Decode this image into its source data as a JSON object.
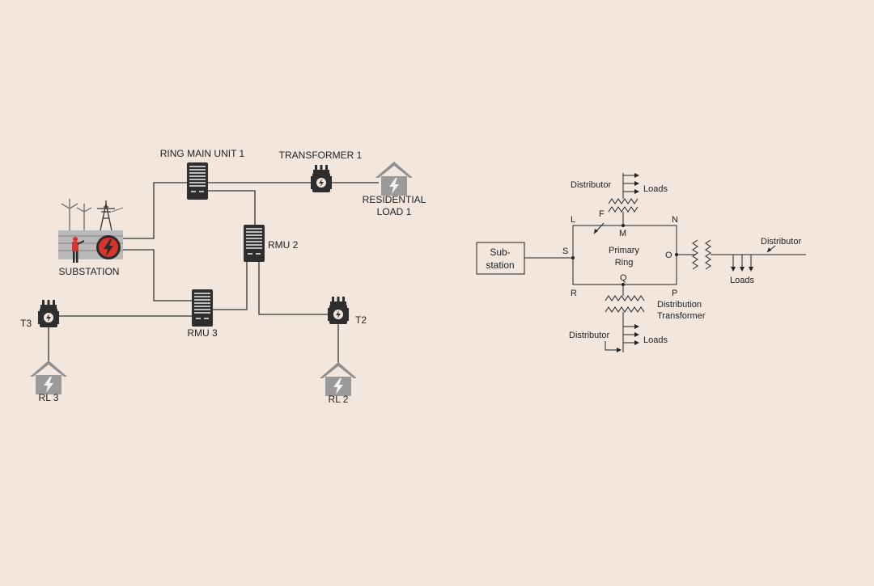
{
  "left_diagram": {
    "substation": "SUBSTATION",
    "rmu1": "RING MAIN UNIT 1",
    "rmu2": "RMU 2",
    "rmu3": "RMU 3",
    "transformer1": "TRANSFORMER 1",
    "t2": "T2",
    "t3": "T3",
    "residential_load1_line1": "RESIDENTIAL",
    "residential_load1_line2": "LOAD 1",
    "rl2": "RL 2",
    "rl3": "RL 3"
  },
  "right_diagram": {
    "substation_line1": "Sub-",
    "substation_line2": "station",
    "primary_ring_line1": "Primary",
    "primary_ring_line2": "Ring",
    "distributor_top": "Distributor",
    "distributor_right": "Distributor",
    "distributor_bottom": "Distributor",
    "loads_top": "Loads",
    "loads_right": "Loads",
    "loads_bottom": "Loads",
    "distribution_transformer_line1": "Distribution",
    "distribution_transformer_line2": "Transformer",
    "node_L": "L",
    "node_F": "F",
    "node_M": "M",
    "node_N": "N",
    "node_S": "S",
    "node_O": "O",
    "node_R": "R",
    "node_Q": "Q",
    "node_P": "P"
  },
  "colors": {
    "background": "#f2e6dd",
    "wire": "#333333",
    "equipment": "#2e2e2e",
    "house": "#8f8f8f",
    "substation_gray": "#b9b9b9",
    "accent_red": "#d9342b"
  }
}
